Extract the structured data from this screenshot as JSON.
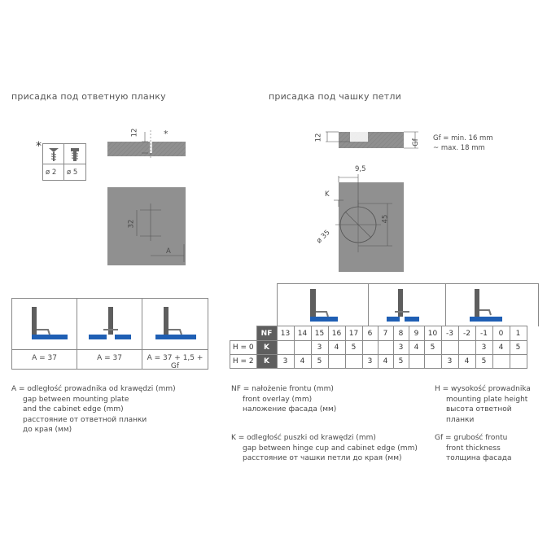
{
  "headings": {
    "left": "присадка под ответную планку",
    "right": "присадка под чашку петли"
  },
  "screw_table": {
    "asterisk": "*",
    "labels": [
      "ø 2",
      "ø 5"
    ]
  },
  "left_drawing": {
    "dim_12": "12",
    "asterisk": "*",
    "dim_32": "32",
    "dim_A": "A"
  },
  "right_drawing": {
    "dim_12": "12",
    "dim_Gf": "Gf",
    "gf_note_1": "Gf = min. 16 mm",
    "gf_note_2": "~ max. 18 mm",
    "dim_9_5": "9,5",
    "dim_K": "K",
    "dim_45": "45",
    "dim_35": "ø 35"
  },
  "mount_options": [
    "A = 37",
    "A = 37",
    "A = 37 + 1,5 + Gf"
  ],
  "overlay_table": {
    "nf_label": "NF",
    "nf_values": [
      "13",
      "14",
      "15",
      "16",
      "17",
      "6",
      "7",
      "8",
      "9",
      "10",
      "-3",
      "-2",
      "-1",
      "0",
      "1"
    ],
    "rows": [
      {
        "h": "H = 0",
        "k": "K",
        "cells": [
          "",
          "",
          "3",
          "4",
          "5",
          "",
          "",
          "3",
          "4",
          "5",
          "",
          "",
          "3",
          "4",
          "5"
        ]
      },
      {
        "h": "H = 2",
        "k": "K",
        "cells": [
          "3",
          "4",
          "5",
          "",
          "",
          "3",
          "4",
          "5",
          "",
          "",
          "3",
          "4",
          "5",
          "",
          ""
        ]
      }
    ]
  },
  "legend": {
    "a": [
      "A = odległość prowadnika od krawędzi (mm)",
      "gap between mounting plate",
      "and the cabinet edge (mm)",
      "расстояние от ответной планки",
      "до края (мм)"
    ],
    "nf": [
      "NF = nałożenie frontu (mm)",
      "front overlay (mm)",
      "наложение фасада (мм)"
    ],
    "h": [
      "H = wysokość prowadnika",
      "mounting plate height",
      "высота ответной",
      "планки"
    ],
    "k": [
      "K = odległość puszki od krawędzi (mm)",
      "gap between hinge cup and cabinet edge (mm)",
      "расстояние от чашки петли до края (мм)"
    ],
    "gf": [
      "Gf = grubość frontu",
      "front thickness",
      "толщина фасада"
    ]
  },
  "colors": {
    "panel": "#909090",
    "blue": "#1f5fb4",
    "dark": "#5e5e5e"
  }
}
